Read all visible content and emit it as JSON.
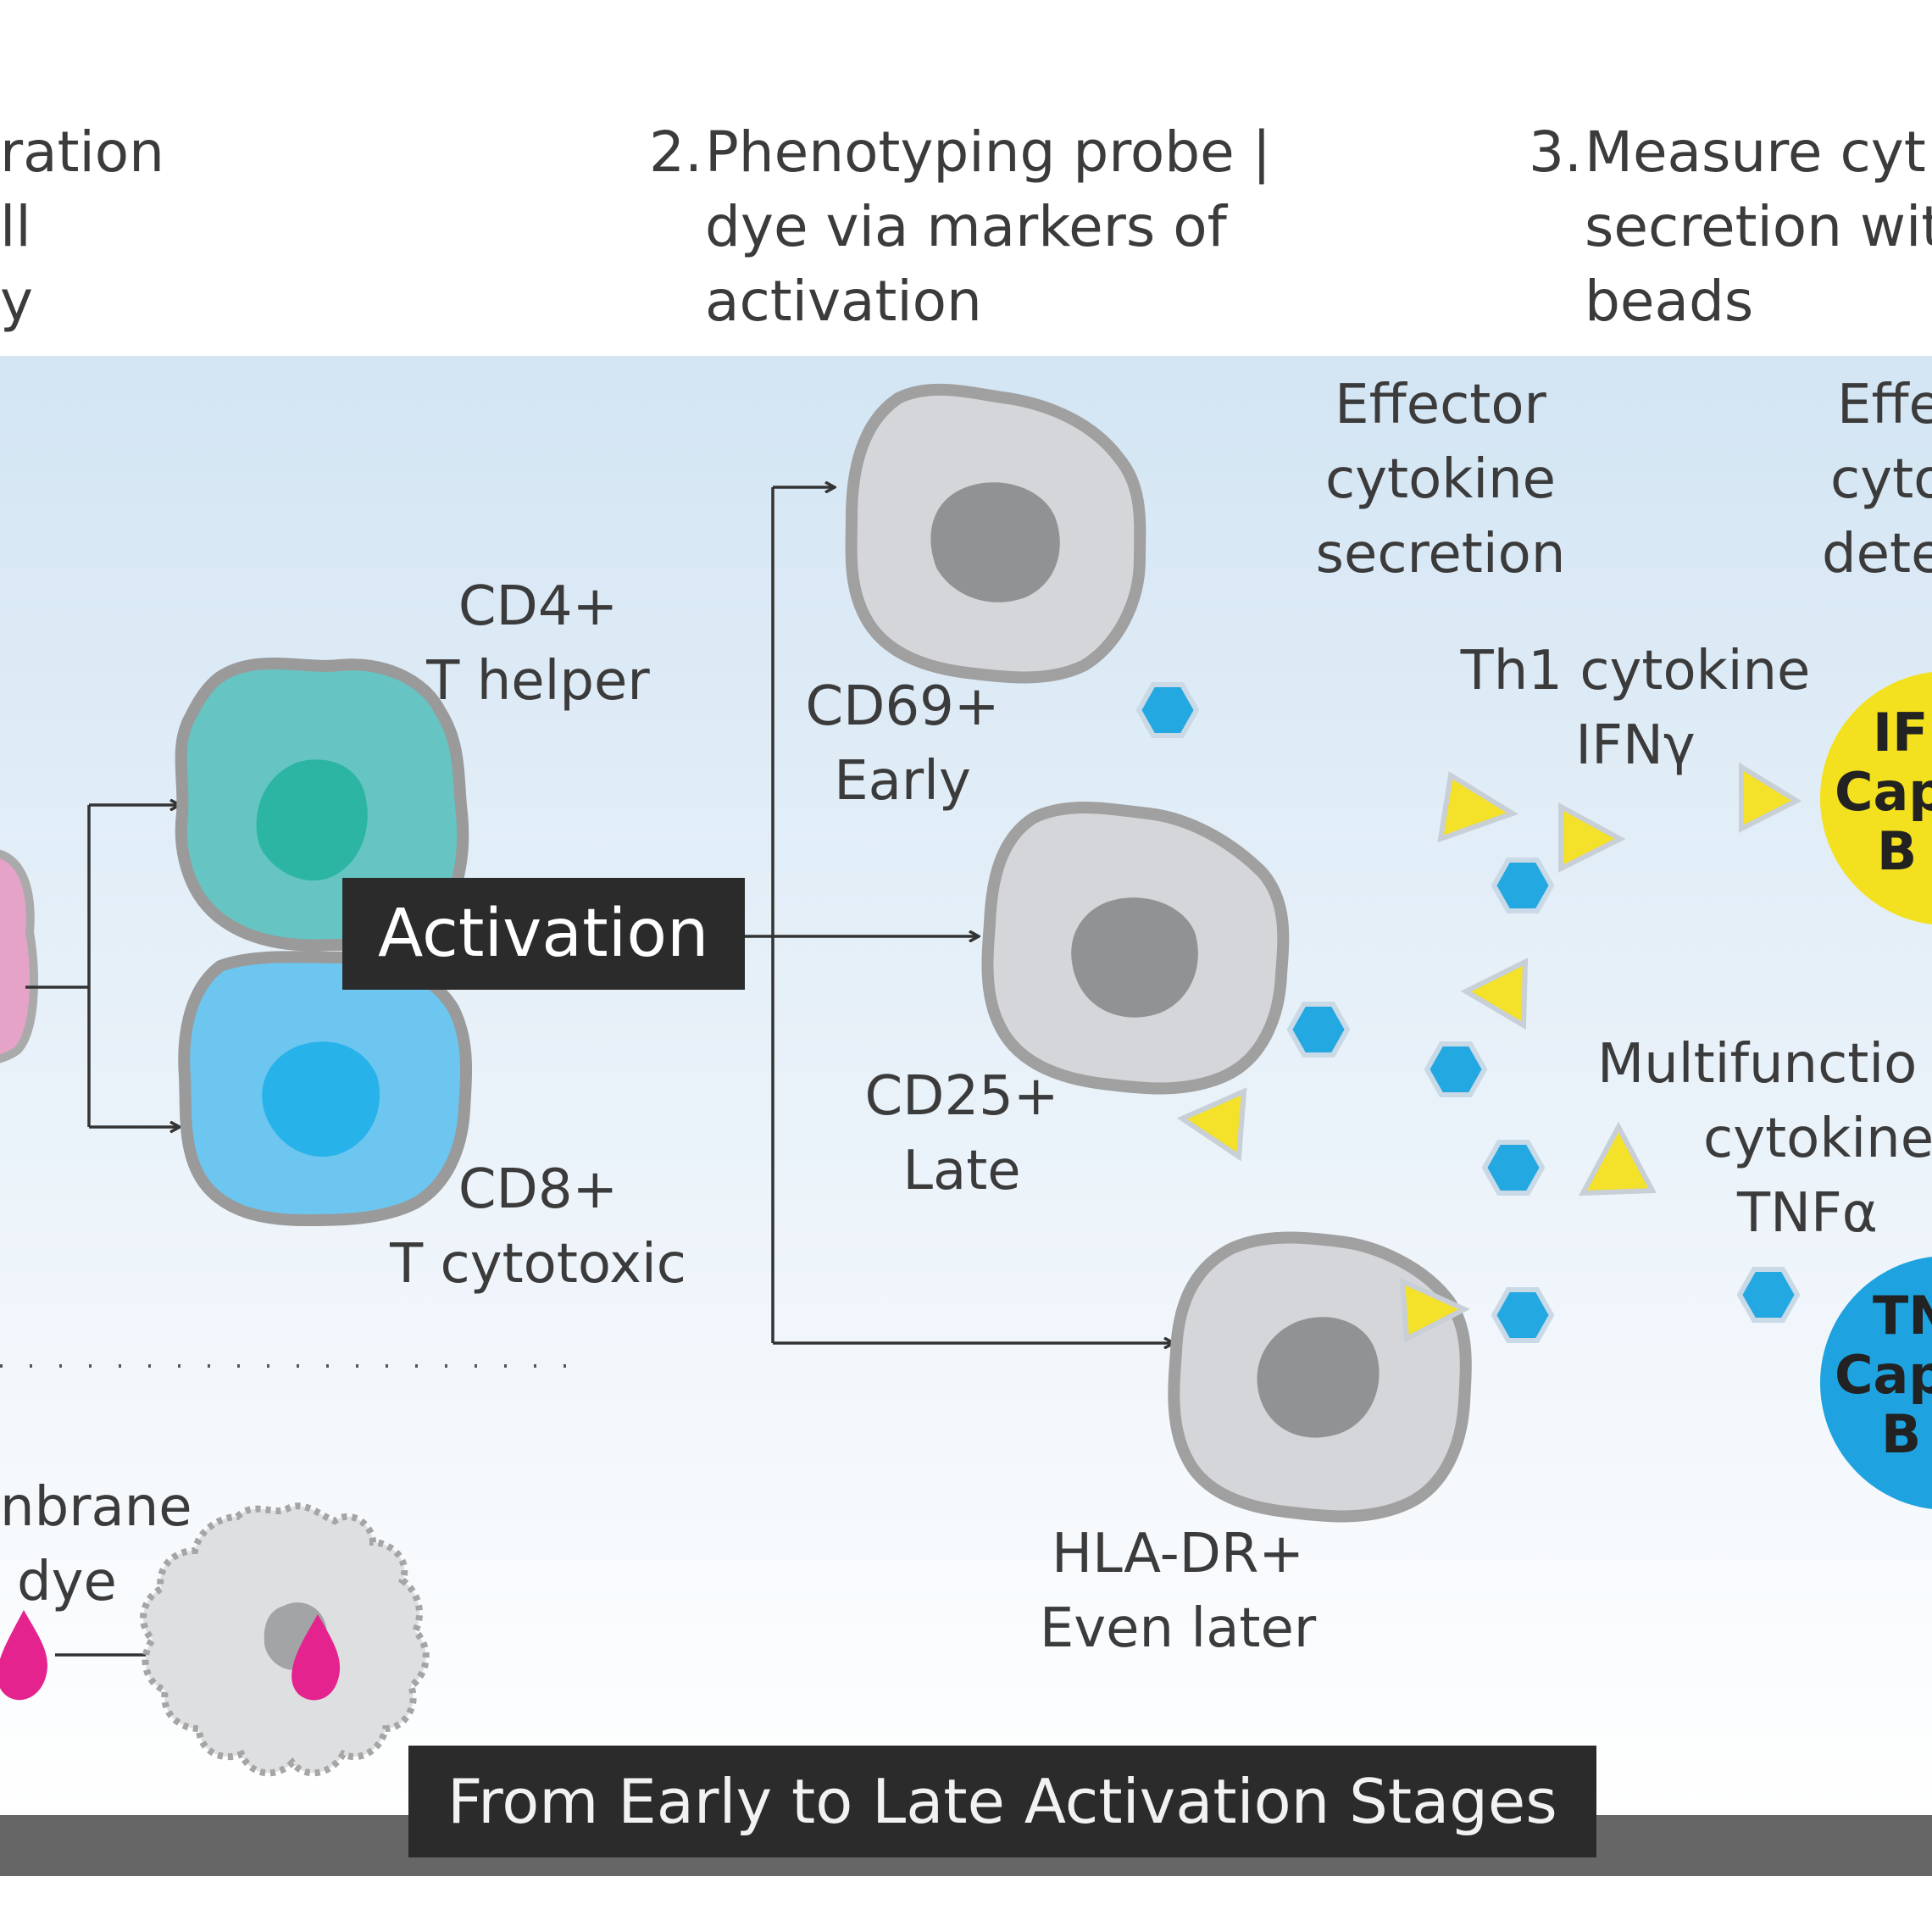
{
  "steps": [
    {
      "lines": [
        "ration",
        "ll",
        "y"
      ]
    },
    {
      "number": "2.",
      "lines": [
        "Phenotyping probe |",
        "dye via markers of",
        "activation"
      ]
    },
    {
      "number": "3.",
      "lines": [
        "Measure cyt",
        "secretion wit",
        "beads"
      ]
    }
  ],
  "labels": {
    "activation": "Activation",
    "cd4": [
      "CD4+",
      "T helper"
    ],
    "cd8": [
      "CD8+",
      "T cytotoxic"
    ],
    "cd69": [
      "CD69+",
      "Early"
    ],
    "cd25": [
      "CD25+",
      "Late"
    ],
    "hla": [
      "HLA-DR+",
      "Even later"
    ],
    "effector_secretion": [
      "Effector",
      "cytokine",
      "secretion"
    ],
    "effector_detection": [
      "Effe",
      "cyto",
      "dete"
    ],
    "th1": [
      "Th1 cytokine",
      "IFNγ"
    ],
    "multifunction": [
      "Multifunctio",
      "cytokine",
      "TNFα"
    ],
    "membrane_dye": [
      "nbrane",
      "dye"
    ],
    "bead_ifn": [
      "IF",
      "Cap",
      "B"
    ],
    "bead_tnf": [
      "TN",
      "Cap",
      "B"
    ],
    "bottom_banner": "From Early to Late Activation Stages"
  },
  "colors": {
    "cd4_cell": "#66c4c2",
    "cd4_nucleus": "#2bb5a2",
    "cd8_cell": "#6cc6ef",
    "cd8_nucleus": "#28b2ea",
    "grey_cell": "#d4d6d9",
    "grey_nucleus": "#909294",
    "pink_cell": "#e6a3c8",
    "cytokine_hex": "#23a8e2",
    "cytokine_tri": "#f4e12a",
    "bead_yellow": "#f3e01e",
    "bead_blue": "#1ea3e0",
    "dye_drop": "#e4238f"
  }
}
